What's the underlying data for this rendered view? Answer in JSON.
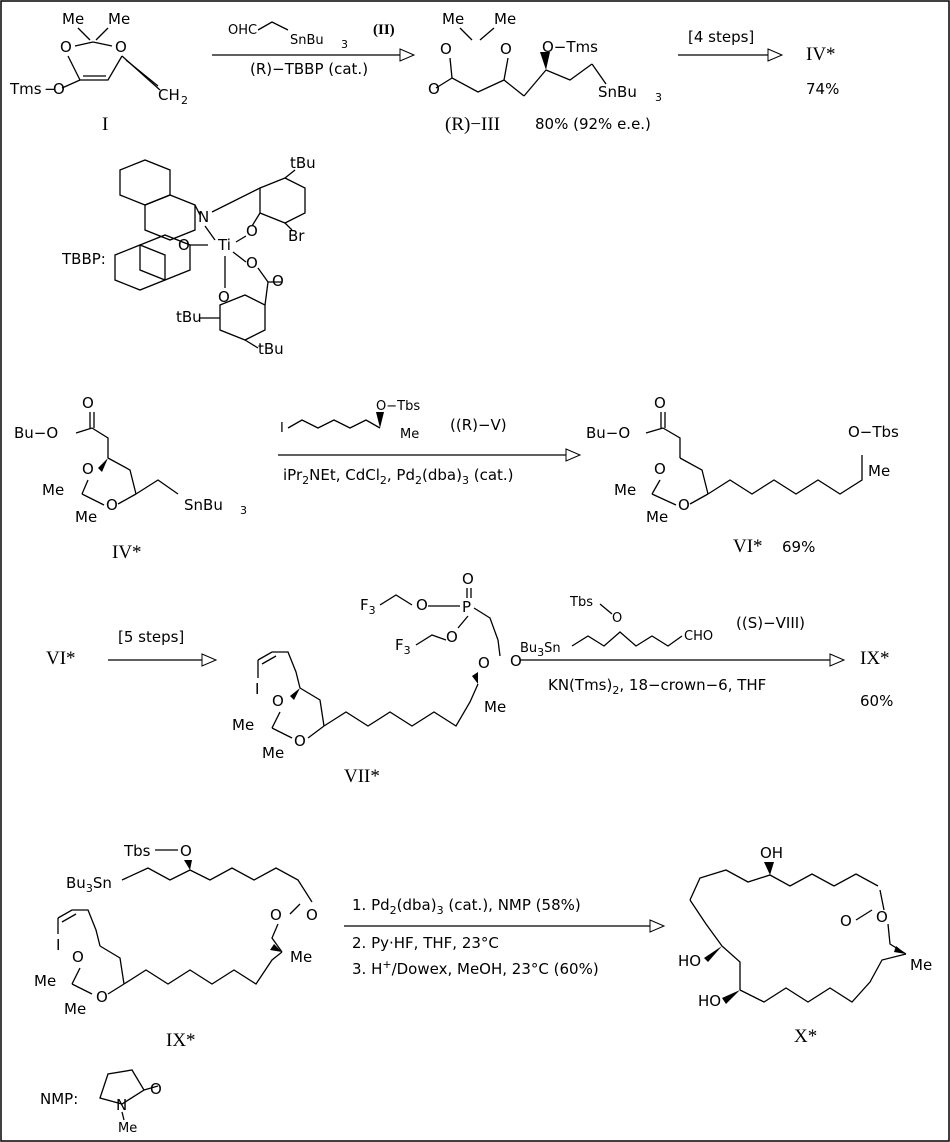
{
  "labels": {
    "cmpd_I": "I",
    "cmpd_III": "(R)−III",
    "cmpd_III_yield": "80% (92% e.e.)",
    "cmpd_IV_a": "IV*",
    "cmpd_IV_yield": "74%",
    "cmpd_IV_b": "IV*",
    "cmpd_VI": "VI*",
    "cmpd_VI_yield": "69%",
    "cmpd_VI_b": "VI*",
    "cmpd_VII": "VII*",
    "cmpd_IX": "IX*",
    "cmpd_IX_yield": "60%",
    "cmpd_IX_b": "IX*",
    "cmpd_X": "X*",
    "tbbp_label": "TBBP:",
    "nmp_label": "NMP:"
  },
  "groups": {
    "tms": "Tms",
    "tms_o": "O−Tms",
    "tbs_o": "O−Tbs",
    "me": "Me",
    "ch2": "CH",
    "two": "2",
    "three": "3",
    "sn_bu": "SnBu",
    "bu3sn": "Bu",
    "o": "O",
    "bu_o": "Bu−O",
    "tbu": "tBu",
    "br": "Br",
    "ti": "Ti",
    "n": "N",
    "i": "I",
    "ho": "HO",
    "oh": "OH",
    "p": "P",
    "f3c": "F",
    "cho": "CHO",
    "ohc": "OHC",
    "tbs": "Tbs"
  },
  "conditions": {
    "r1_reagent_top": "(II)",
    "r1_reagent_bottom": "(R)−TBBP (cat.)",
    "r2_steps": "[4 steps]",
    "r3_reagent_label": "((R)−V)",
    "r3_conditions": "iPr",
    "r3_conditions_b": "NEt, CdCl",
    "r3_conditions_c": ", Pd",
    "r3_conditions_d": "(dba)",
    "r3_conditions_e": " (cat.)",
    "r4_steps": "[5 steps]",
    "r5_reagent_label": "((S)−VIII)",
    "r5_conditions": "KN(Tms)",
    "r5_conditions_b": ", 18−crown−6, THF",
    "r6_step1a": "1. Pd",
    "r6_step1b": "(dba)",
    "r6_step1c": " (cat.),  NMP  (58%)",
    "r6_step2": "2. Py·HF,  THF,  23°C",
    "r6_step3a": "3. H",
    "r6_step3b": "+",
    "r6_step3c": "/Dowex, MeOH,  23°C (60%)"
  }
}
